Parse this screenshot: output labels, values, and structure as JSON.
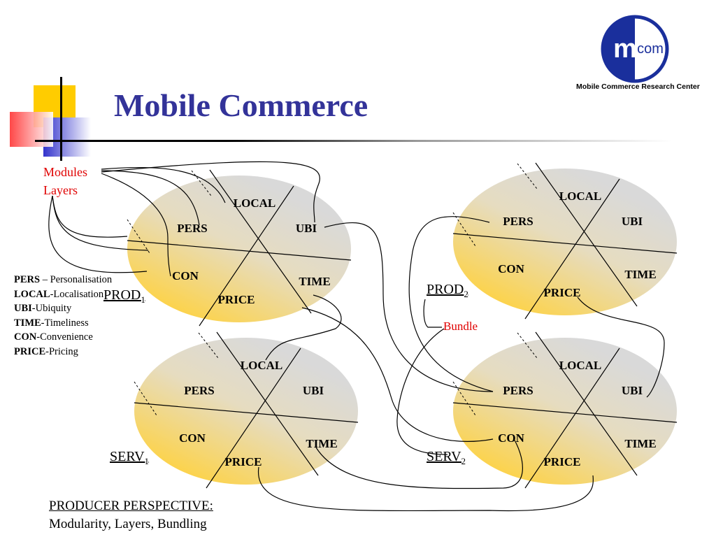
{
  "title": "Mobile Commerce",
  "logo": {
    "mark": "m",
    "suffix": "com",
    "caption": "Mobile Commerce Research Center"
  },
  "annotations": {
    "modules": "Modules",
    "layers": "Layers",
    "bundle": "Bundle"
  },
  "segments": [
    "LOCAL",
    "UBI",
    "TIME",
    "PRICE",
    "CON",
    "PERS"
  ],
  "nodes": [
    {
      "label": "PROD",
      "sub": "1"
    },
    {
      "label": "PROD",
      "sub": "2"
    },
    {
      "label": "SERV",
      "sub": "1"
    },
    {
      "label": "SERV",
      "sub": "2"
    }
  ],
  "legend": [
    {
      "abbr": "PERS",
      "sep": " – ",
      "text": "Personalisation"
    },
    {
      "abbr": "LOCAL",
      "sep": "-",
      "text": "Localisation"
    },
    {
      "abbr": "UBI",
      "sep": "-",
      "text": "Ubiquity"
    },
    {
      "abbr": "TIME",
      "sep": "-",
      "text": "Timeliness"
    },
    {
      "abbr": "CON",
      "sep": "-",
      "text": "Convenience"
    },
    {
      "abbr": "PRICE",
      "sep": "-",
      "text": "Pricing"
    }
  ],
  "producer": {
    "heading": "PRODUCER PERSPECTIVE:",
    "text": "Modularity, Layers, Bundling"
  },
  "colors": {
    "title": "#333399",
    "annotation": "#e00000",
    "disc_top": "#d9d9d9",
    "disc_bottom": "#fcd34d",
    "logo_blue": "#1a2f9c"
  }
}
